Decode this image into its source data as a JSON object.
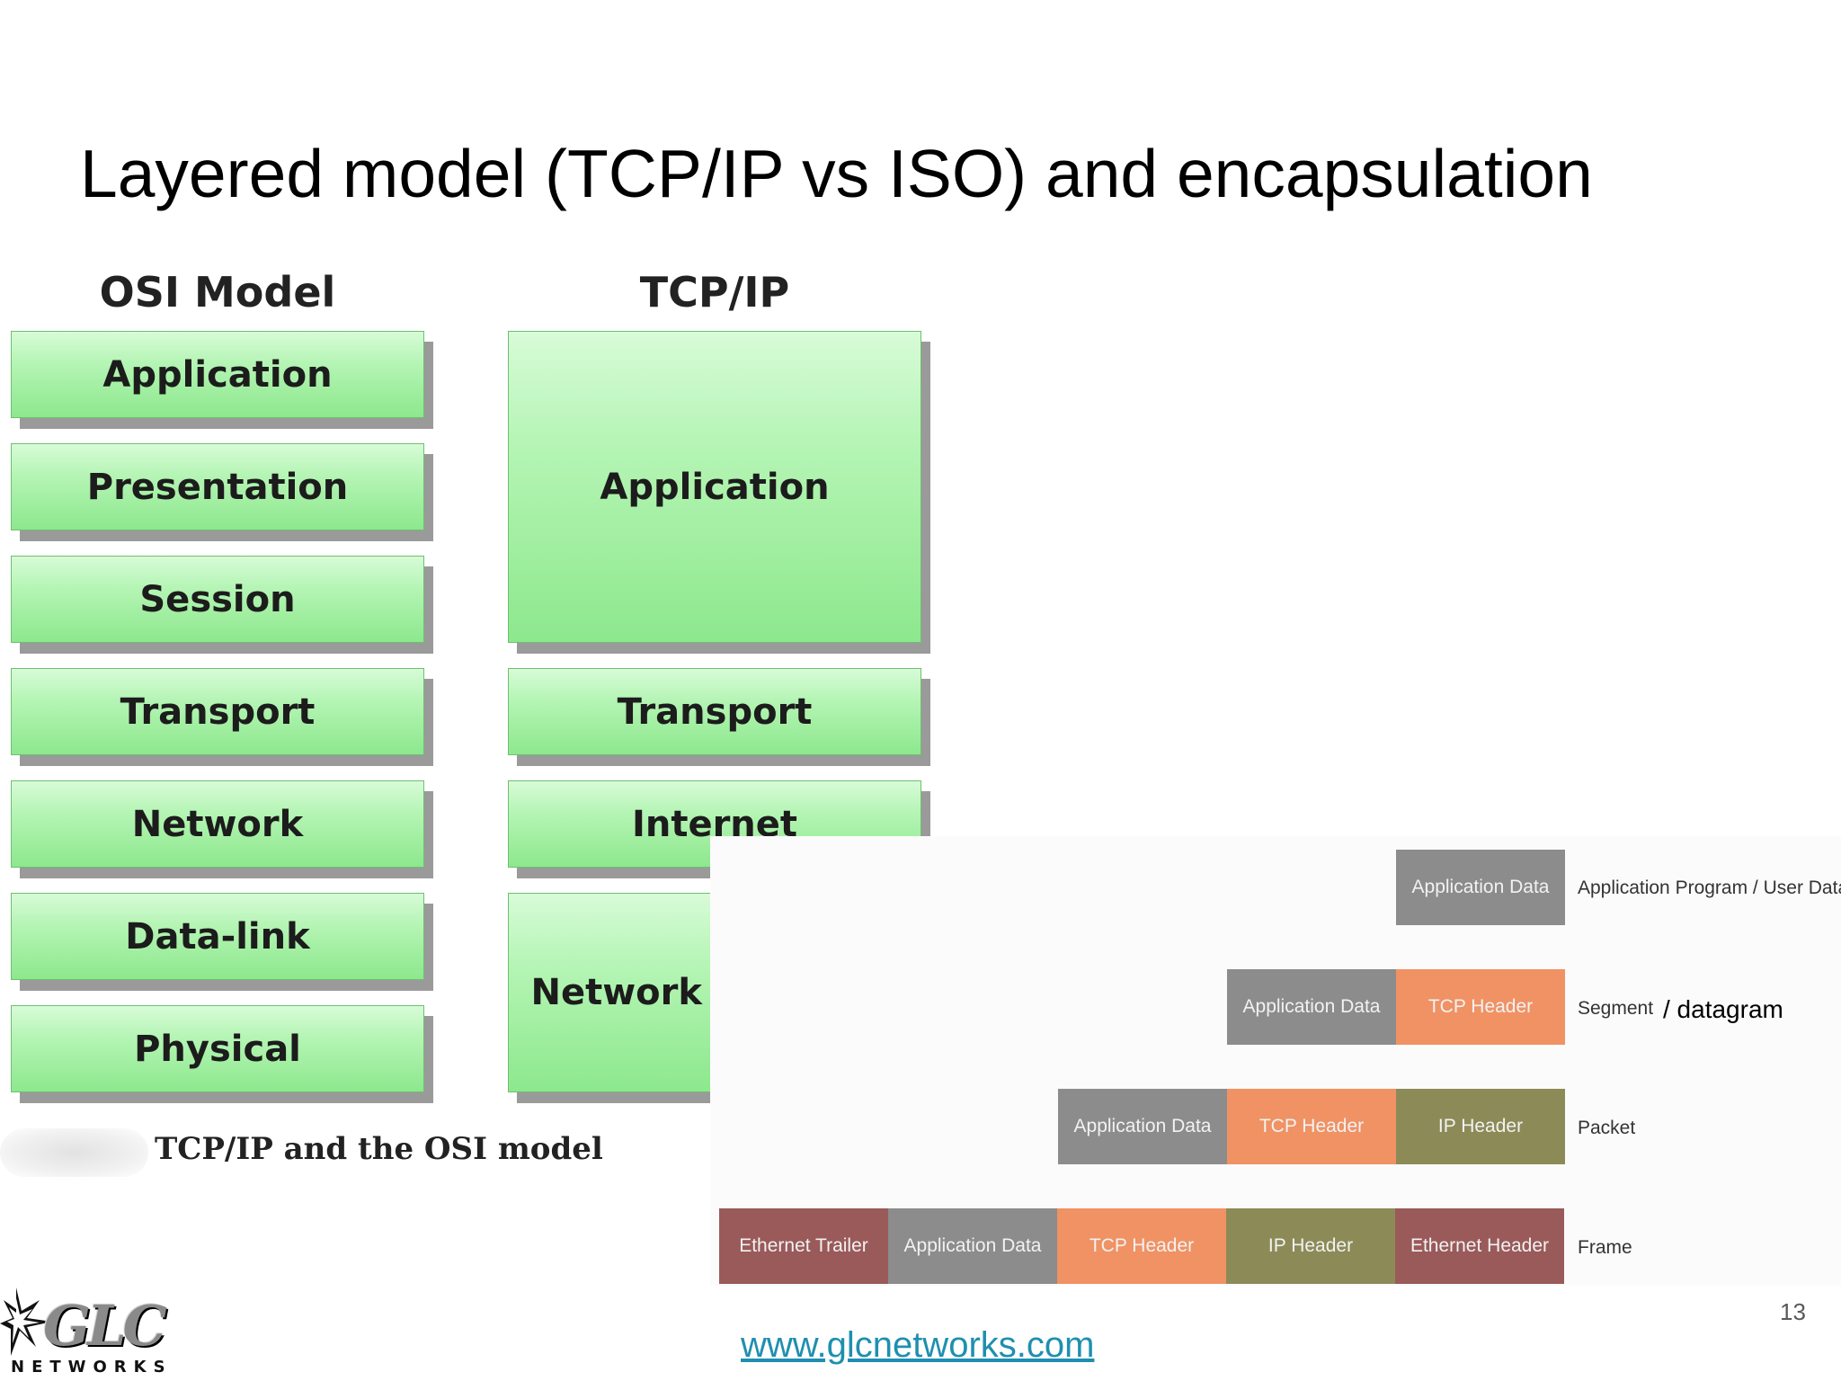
{
  "slide": {
    "title": "Layered model (TCP/IP vs ISO) and encapsulation",
    "page_number": "13",
    "website": "www.glcnetworks.com"
  },
  "osi": {
    "heading": "OSI Model",
    "layers": [
      "Application",
      "Presentation",
      "Session",
      "Transport",
      "Network",
      "Data-link",
      "Physical"
    ]
  },
  "tcpip": {
    "heading": "TCP/IP",
    "layers": [
      "Application",
      "Transport",
      "Internet",
      "Network Interface"
    ]
  },
  "caption": "TCP/IP and the OSI model",
  "encapsulation": {
    "colors": {
      "application_data": "#8c8c8c",
      "tcp_header": "#f09264",
      "ip_header": "#8c8b58",
      "ethernet": "#9a5a5a"
    },
    "rows": [
      {
        "segments": [
          "Application Data"
        ],
        "label": "Application Program / User Data"
      },
      {
        "segments": [
          "Application Data",
          "TCP Header"
        ],
        "label": "Segment",
        "note": "/ datagram"
      },
      {
        "segments": [
          "Application Data",
          "TCP Header",
          "IP Header"
        ],
        "label": "Packet"
      },
      {
        "segments": [
          "Ethernet Trailer",
          "Application Data",
          "TCP Header",
          "IP Header",
          "Ethernet Header"
        ],
        "label": "Frame"
      }
    ]
  },
  "logo": {
    "text": "GLC",
    "subtext": "NETWORKS"
  }
}
